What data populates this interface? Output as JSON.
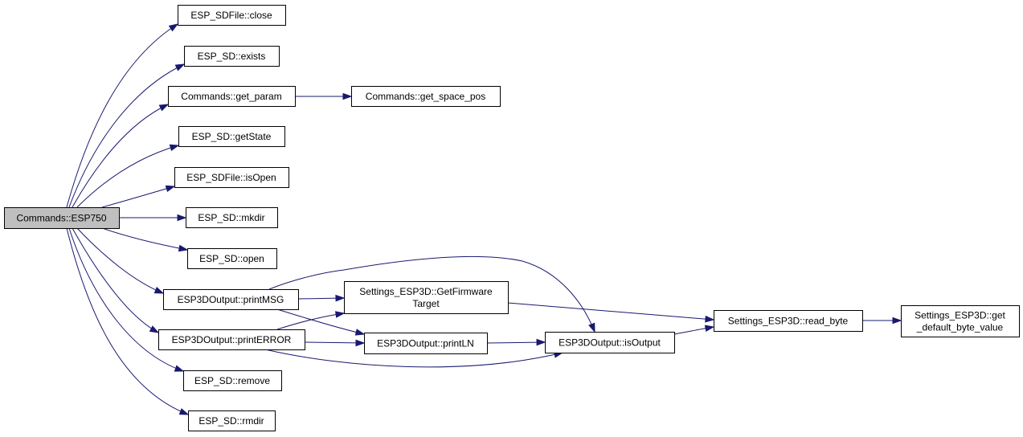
{
  "diagram": {
    "nodes": [
      {
        "id": "esp750",
        "label": [
          "Commands::ESP750"
        ],
        "root": true
      },
      {
        "id": "close",
        "label": [
          "ESP_SDFile::close"
        ]
      },
      {
        "id": "exists",
        "label": [
          "ESP_SD::exists"
        ]
      },
      {
        "id": "get_param",
        "label": [
          "Commands::get_param"
        ]
      },
      {
        "id": "get_space_pos",
        "label": [
          "Commands::get_space_pos"
        ]
      },
      {
        "id": "getState",
        "label": [
          "ESP_SD::getState"
        ]
      },
      {
        "id": "isOpen",
        "label": [
          "ESP_SDFile::isOpen"
        ]
      },
      {
        "id": "mkdir",
        "label": [
          "ESP_SD::mkdir"
        ]
      },
      {
        "id": "open",
        "label": [
          "ESP_SD::open"
        ]
      },
      {
        "id": "printMSG",
        "label": [
          "ESP3DOutput::printMSG"
        ]
      },
      {
        "id": "printERROR",
        "label": [
          "ESP3DOutput::printERROR"
        ]
      },
      {
        "id": "remove",
        "label": [
          "ESP_SD::remove"
        ]
      },
      {
        "id": "rmdir",
        "label": [
          "ESP_SD::rmdir"
        ]
      },
      {
        "id": "getFirmwareTarget",
        "label": [
          "Settings_ESP3D::GetFirmware",
          "Target"
        ]
      },
      {
        "id": "printLN",
        "label": [
          "ESP3DOutput::printLN"
        ]
      },
      {
        "id": "isOutput",
        "label": [
          "ESP3DOutput::isOutput"
        ]
      },
      {
        "id": "read_byte",
        "label": [
          "Settings_ESP3D::read_byte"
        ]
      },
      {
        "id": "get_default_byte_value",
        "label": [
          "Settings_ESP3D::get",
          "_default_byte_value"
        ]
      }
    ],
    "edges": [
      {
        "from": "esp750",
        "to": "close"
      },
      {
        "from": "esp750",
        "to": "exists"
      },
      {
        "from": "esp750",
        "to": "get_param"
      },
      {
        "from": "esp750",
        "to": "getState"
      },
      {
        "from": "esp750",
        "to": "isOpen"
      },
      {
        "from": "esp750",
        "to": "mkdir"
      },
      {
        "from": "esp750",
        "to": "open"
      },
      {
        "from": "esp750",
        "to": "printMSG"
      },
      {
        "from": "esp750",
        "to": "printERROR"
      },
      {
        "from": "esp750",
        "to": "remove"
      },
      {
        "from": "esp750",
        "to": "rmdir"
      },
      {
        "from": "get_param",
        "to": "get_space_pos"
      },
      {
        "from": "printMSG",
        "to": "getFirmwareTarget"
      },
      {
        "from": "printMSG",
        "to": "printLN"
      },
      {
        "from": "printMSG",
        "to": "isOutput"
      },
      {
        "from": "printERROR",
        "to": "getFirmwareTarget"
      },
      {
        "from": "printERROR",
        "to": "printLN"
      },
      {
        "from": "printERROR",
        "to": "isOutput"
      },
      {
        "from": "getFirmwareTarget",
        "to": "read_byte"
      },
      {
        "from": "printLN",
        "to": "isOutput"
      },
      {
        "from": "isOutput",
        "to": "read_byte"
      },
      {
        "from": "read_byte",
        "to": "get_default_byte_value"
      }
    ],
    "colors": {
      "edge": "#191970",
      "root_fill": "#bfbfbf",
      "node_fill": "#ffffff",
      "border": "#000000"
    }
  }
}
